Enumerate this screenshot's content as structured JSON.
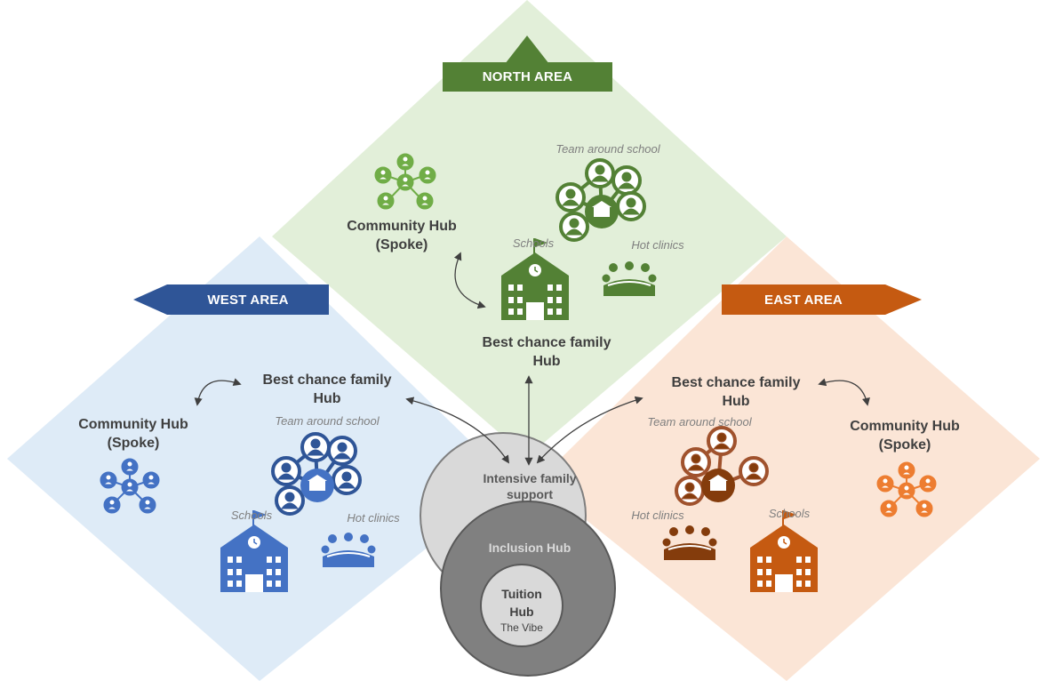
{
  "areas": {
    "north": {
      "banner": "NORTH AREA",
      "color": "#538135",
      "icon_color": "#70AD47",
      "bg": "#E2EFD9",
      "community_hub": [
        "Community Hub",
        "(Spoke)"
      ],
      "team_around_school": "Team around school",
      "schools": "Schools",
      "hot_clinics": "Hot clinics",
      "best_chance_hub": [
        "Best chance family",
        "Hub"
      ]
    },
    "west": {
      "banner": "WEST AREA",
      "color": "#2F5597",
      "icon_color": "#4472C4",
      "bg": "#DEEBF7",
      "community_hub": [
        "Community Hub",
        "(Spoke)"
      ],
      "team_around_school": "Team around school",
      "schools": "Schools",
      "hot_clinics": "Hot clinics",
      "best_chance_hub": [
        "Best chance family",
        "Hub"
      ]
    },
    "east": {
      "banner": "EAST AREA",
      "color": "#C55A11",
      "icon_color": "#ED7D31",
      "bg": "#FBE5D6",
      "community_hub": [
        "Community Hub",
        "(Spoke)"
      ],
      "team_around_school": "Team around school",
      "schools": "Schools",
      "hot_clinics": "Hot clinics",
      "best_chance_hub": [
        "Best chance family",
        "Hub"
      ]
    }
  },
  "center": {
    "outer": [
      "Intensive family",
      "support"
    ],
    "middle": "Inclusion Hub",
    "inner": [
      "Tuition",
      "Hub"
    ],
    "inner_sub": "The Vibe"
  }
}
